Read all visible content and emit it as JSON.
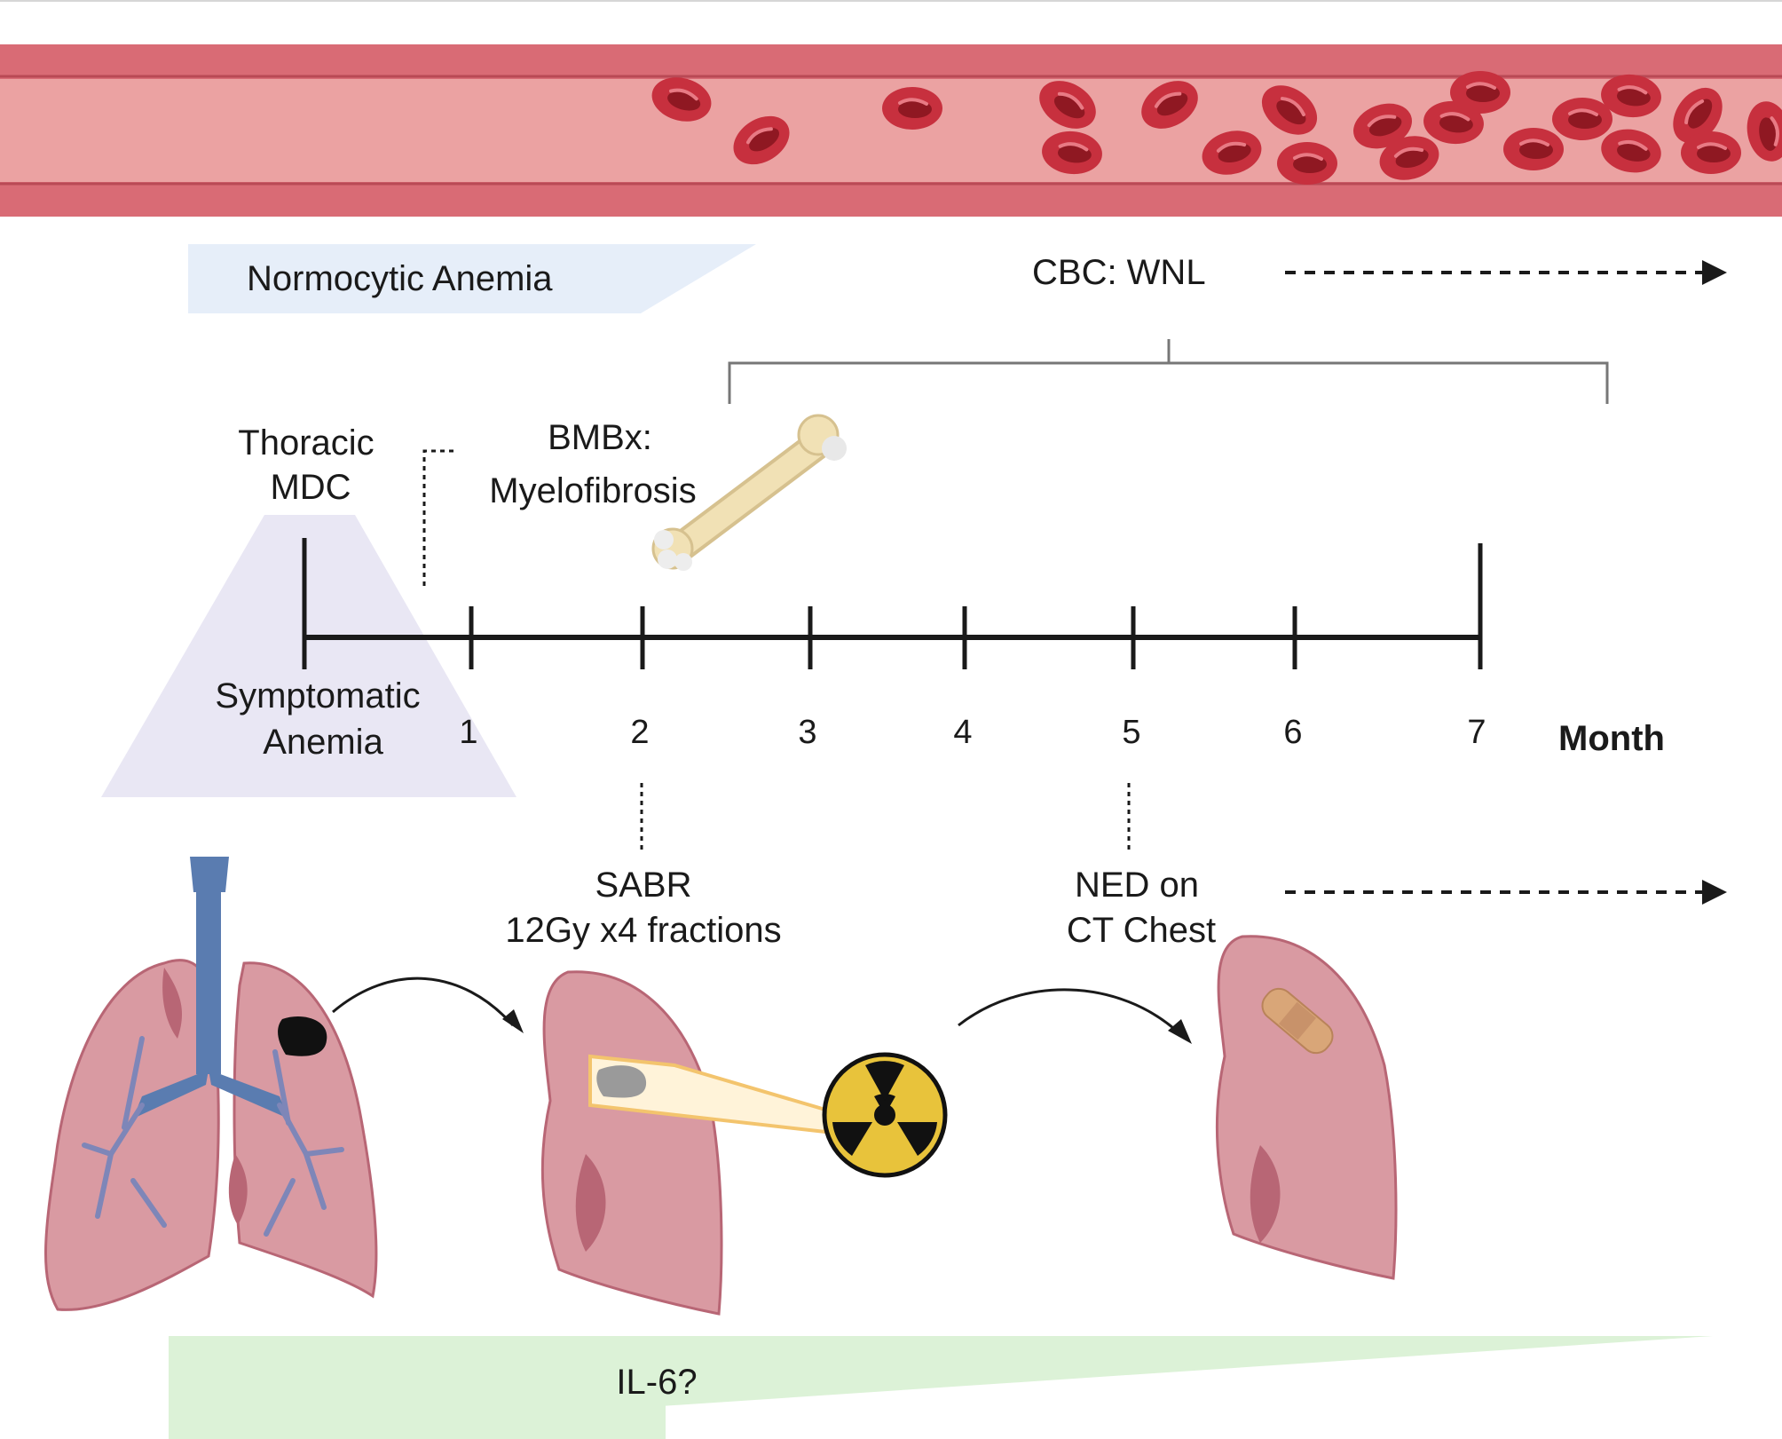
{
  "labels": {
    "normocytic_anemia": "Normocytic Anemia",
    "cbc": "CBC: WNL",
    "thoracic_line1": "Thoracic",
    "thoracic_line2": "MDC",
    "bmbx_line1": "BMBx:",
    "bmbx_line2": "Myelofibrosis",
    "symptomatic_line1": "Symptomatic",
    "symptomatic_line2": "Anemia",
    "sabr_line1": "SABR",
    "sabr_line2": "12Gy x4 fractions",
    "ned_line1": "NED on",
    "ned_line2": "CT Chest",
    "il6": "IL-6?"
  },
  "timeline": {
    "axis_label": "Month",
    "ticks": [
      "1",
      "2",
      "3",
      "4",
      "5",
      "6",
      "7"
    ]
  },
  "colors": {
    "vessel_wall": "#d96b75",
    "vessel_lumen": "#eba2a2",
    "rbc": "#c7303e",
    "rbc_dark": "#8f1822",
    "normocytic_band": "#e6eef9",
    "symptomatic_band": "#e9e7f4",
    "il6_band": "#dcf2d7",
    "lung": "#d99aa2",
    "lung_dark": "#b86675",
    "trachea": "#5a7cb0",
    "bone": "#f1e1b5",
    "radiation": "#e8c33b",
    "beam": "#f3c46d"
  },
  "icons": [
    "blood-vessel-icon",
    "red-blood-cell-icon",
    "bone-icon",
    "lungs-icon",
    "tumor-icon",
    "radiation-icon",
    "bandage-icon"
  ]
}
